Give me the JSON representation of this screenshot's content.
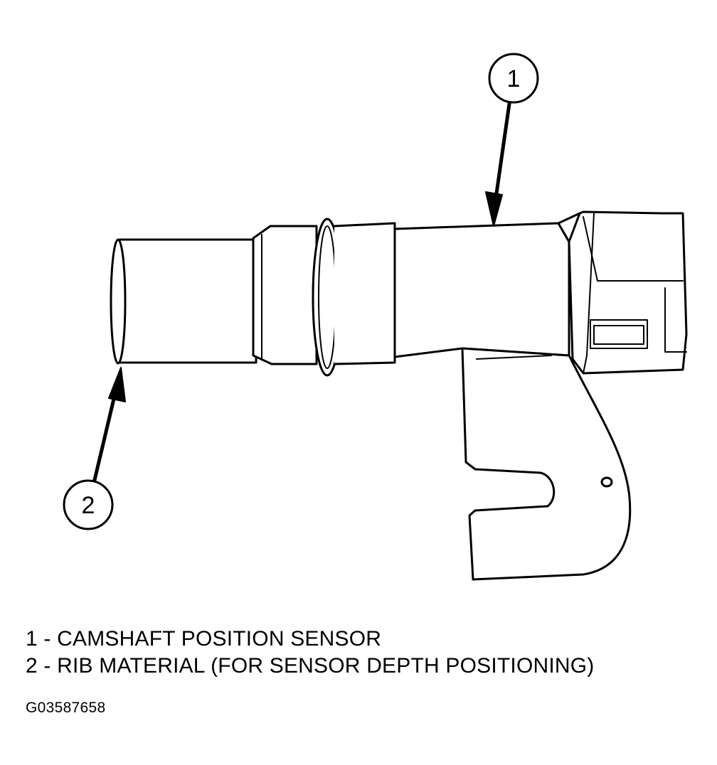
{
  "callouts": [
    {
      "number": "1",
      "label": "CAMSHAFT POSITION SENSOR"
    },
    {
      "number": "2",
      "label": "RIB MATERIAL (FOR SENSOR DEPTH POSITIONING)"
    }
  ],
  "legend": [
    "1 - CAMSHAFT POSITION SENSOR",
    "2 - RIB MATERIAL (FOR SENSOR DEPTH POSITIONING)"
  ],
  "figure_id": "G03587658",
  "colors": {
    "line": "#000000",
    "background": "#ffffff"
  }
}
